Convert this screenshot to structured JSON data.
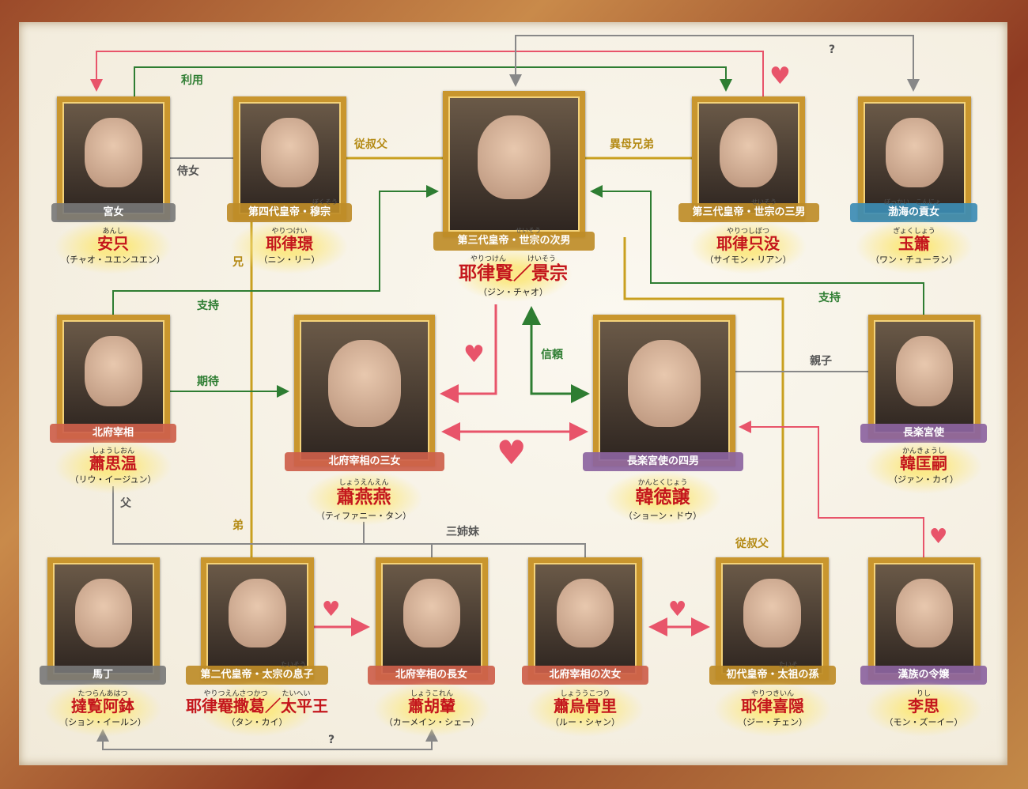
{
  "characters": [
    {
      "role": "宮女",
      "ruby": "あんし",
      "name": "安只",
      "actor": "（チャオ・ユエンユエン）"
    },
    {
      "role": "第四代皇帝・穆宗",
      "role_ruby": "ぼくそう",
      "ruby": "やりつけい",
      "name": "耶律璟",
      "actor": "（ニン・リー）"
    },
    {
      "role": "第三代皇帝・世宗の次男",
      "role_ruby": "せいそう",
      "ruby": "やりつけん　　　けいそう",
      "name": "耶律賢／景宗",
      "actor": "（ジン・チャオ）"
    },
    {
      "role": "第三代皇帝・世宗の三男",
      "role_ruby": "せいそう",
      "ruby": "やりつしぼつ",
      "name": "耶律只没",
      "actor": "（サイモン・リアン）"
    },
    {
      "role": "渤海の貢女",
      "role_ruby": "ぼっかい　こんにょ",
      "ruby": "ぎょくしょう",
      "name": "玉簫",
      "actor": "（ワン・チューラン）"
    },
    {
      "role": "北府宰相",
      "ruby": "しょうしおん",
      "name": "蕭思温",
      "actor": "（リウ・イージュン）"
    },
    {
      "role": "北府宰相の三女",
      "ruby": "しょうえんえん",
      "name": "蕭燕燕",
      "actor": "（ティファニー・タン）"
    },
    {
      "role": "長楽宮使の四男",
      "ruby": "かんとくじょう",
      "name": "韓徳譲",
      "actor": "（ショーン・ドウ）"
    },
    {
      "role": "長楽宮使",
      "ruby": "かんきょうし",
      "name": "韓匡嗣",
      "actor": "（ジァン・カイ）"
    },
    {
      "role": "馬丁",
      "ruby": "たつらんあはつ",
      "name": "撻覧阿鉢",
      "actor": "（ション・イールン）"
    },
    {
      "role": "第二代皇帝・太宗の息子",
      "role_ruby": "たいそう",
      "ruby": "やりつえんさつかつ　　たいへい",
      "name": "耶律罨撒葛／太平王",
      "actor": "（タン・カイ）"
    },
    {
      "role": "北府宰相の長女",
      "ruby": "しょうこれん",
      "name": "蕭胡輦",
      "actor": "（カーメイン・シェー）"
    },
    {
      "role": "北府宰相の次女",
      "ruby": "しょううこつり",
      "name": "蕭烏骨里",
      "actor": "（ルー・シャン）"
    },
    {
      "role": "初代皇帝・太祖の孫",
      "role_ruby": "たいそ",
      "ruby": "やりつきいん",
      "name": "耶律喜隠",
      "actor": "（ジー・チェン）"
    },
    {
      "role": "漢族の令嬢",
      "ruby": "りし",
      "name": "李思",
      "actor": "（モン・ズーイー）"
    }
  ],
  "relations": {
    "riyou": "利用",
    "jijo": "侍女",
    "jushukufu1": "従叔父",
    "ibo": "異母兄弟",
    "q1": "?",
    "ani": "兄",
    "shiji1": "支持",
    "kitai": "期待",
    "shinrai": "信頼",
    "shiji2": "支持",
    "oyako": "親子",
    "chichi": "父",
    "otouto": "弟",
    "sanshimai": "三姉妹",
    "jushukufu2": "従叔父",
    "q2": "?"
  },
  "colors": {
    "green": "#2e7d32",
    "gold": "#c9a020",
    "red": "#e8546a",
    "gray": "#777777"
  }
}
